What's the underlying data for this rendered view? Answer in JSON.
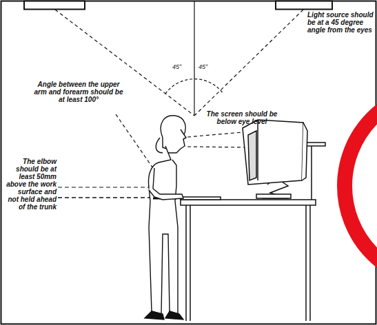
{
  "diagram": {
    "labels": [
      "Light source should be at a 45 degree angle from the eyes",
      "45°",
      "45°",
      "Angle between the upper arm and forearm should be at least 100°",
      "The screen should be below eye level",
      "The elbow should be at least 50mm above the work surface and not held ahead of the trunk"
    ]
  }
}
